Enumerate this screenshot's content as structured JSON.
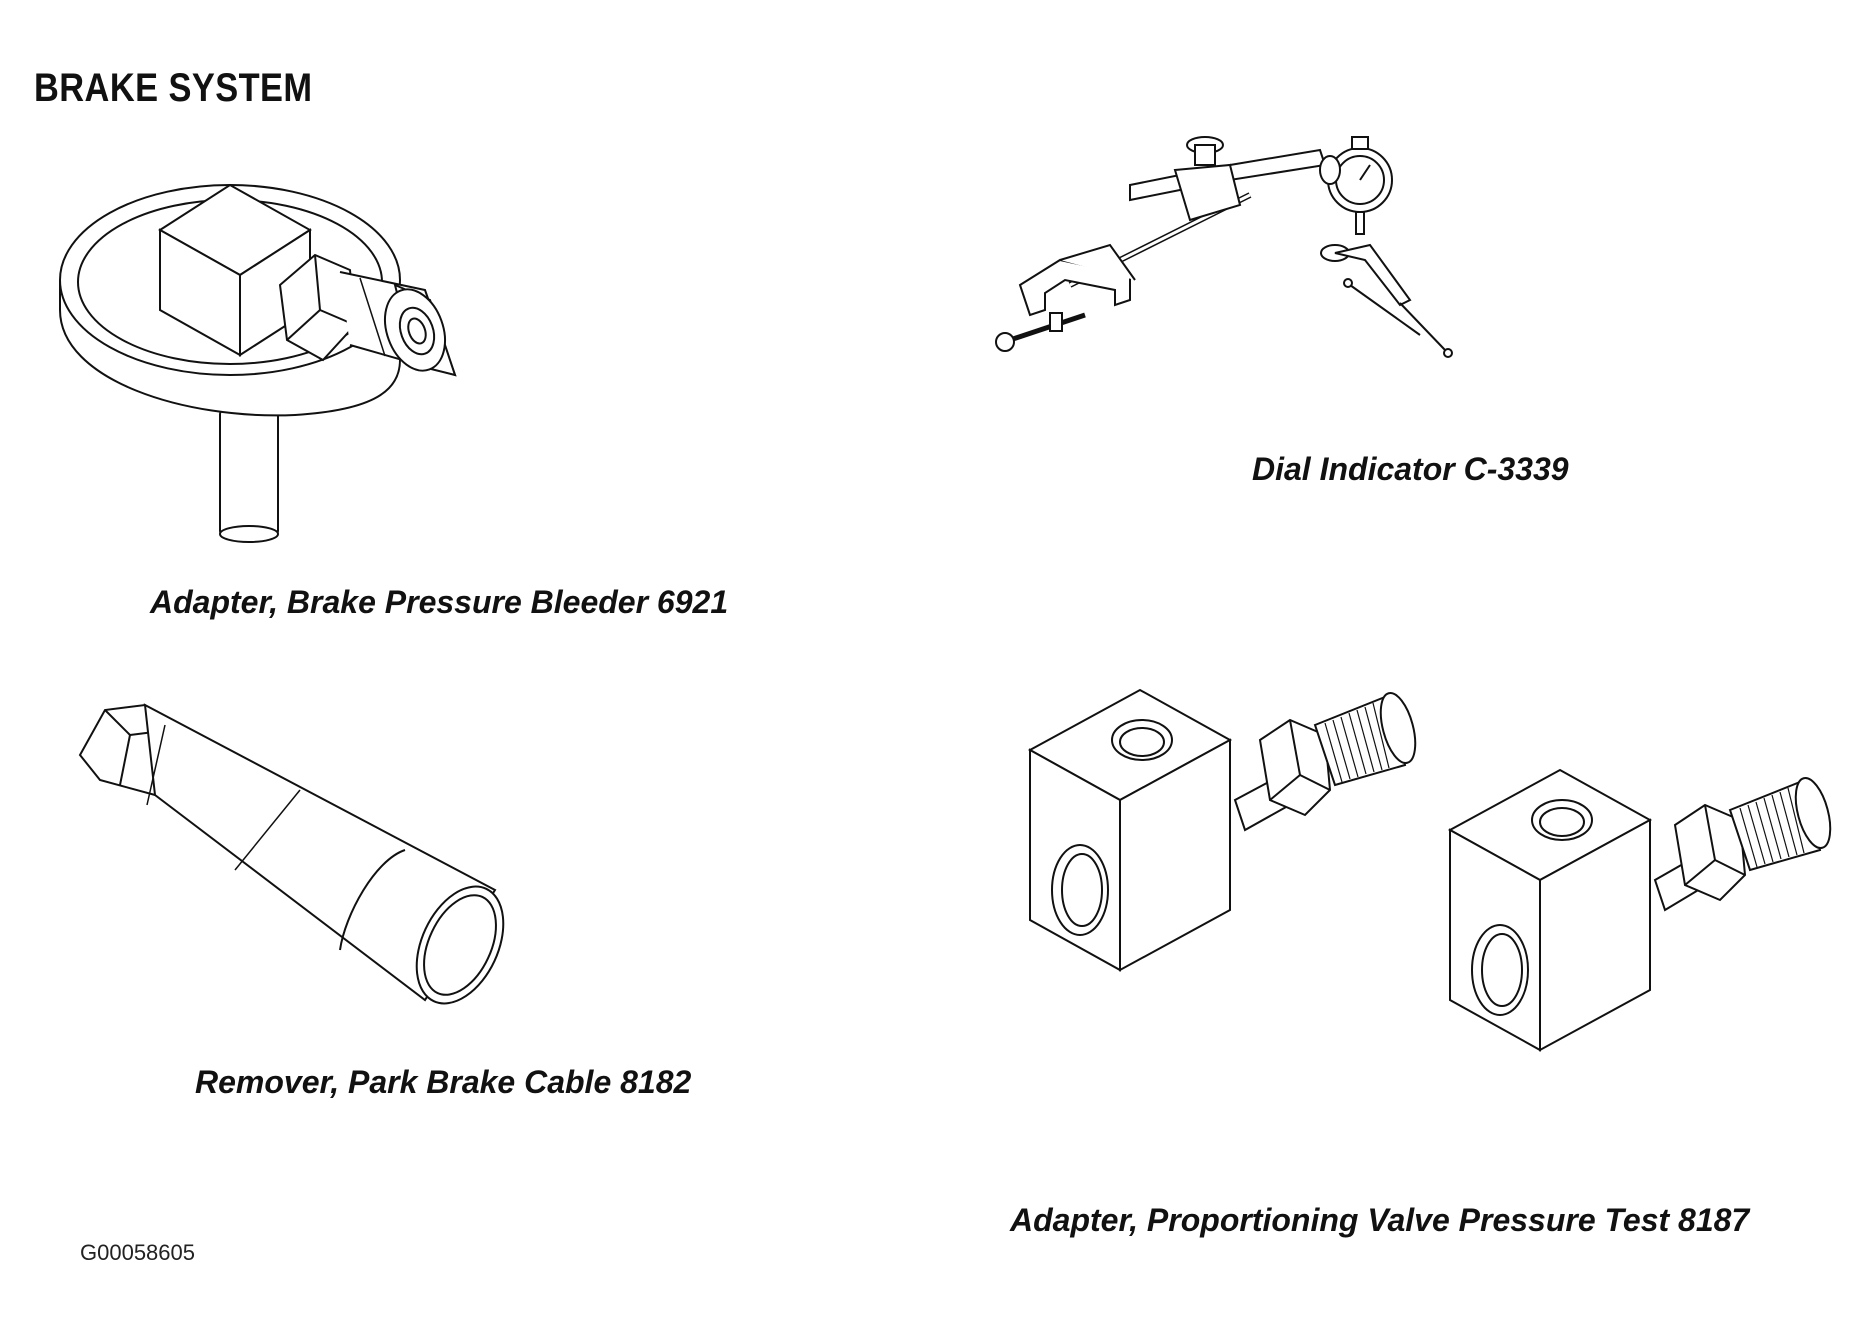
{
  "page": {
    "title": "BRAKE SYSTEM",
    "figure_id": "G00058605"
  },
  "tools": [
    {
      "name": "bleeder-adapter",
      "caption": "Adapter, Brake Pressure Bleeder 6921",
      "icon": "bleeder-adapter-icon"
    },
    {
      "name": "dial-indicator",
      "caption": "Dial Indicator C-3339",
      "icon": "dial-indicator-icon"
    },
    {
      "name": "park-brake-cable-remover",
      "caption": "Remover, Park Brake Cable 8182",
      "icon": "cable-remover-icon"
    },
    {
      "name": "proportioning-valve-adapter",
      "caption": "Adapter, Proportioning Valve Pressure Test 8187",
      "icon": "valve-adapter-icon"
    }
  ]
}
